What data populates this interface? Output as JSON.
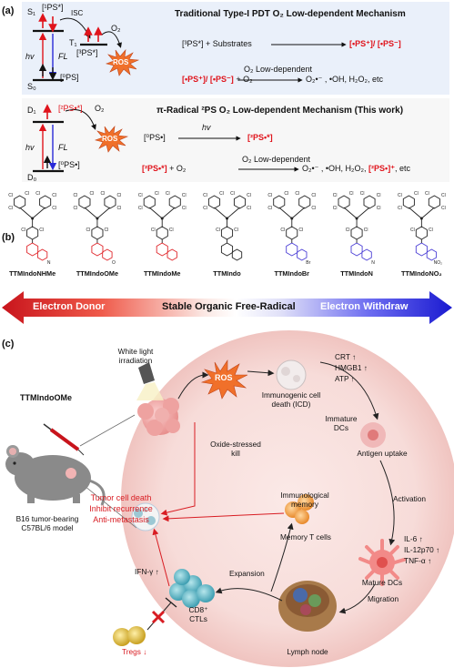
{
  "panel_a": {
    "letter": "(a)",
    "box1": {
      "title": "Traditional Type-I PDT O₂ Low-dependent Mechanism",
      "s1": "S₁",
      "s0": "S₀",
      "t1": "T₁",
      "ps_s1": "[¹PS*]",
      "ps_t1": "[³PS*]",
      "ps_s0": "[⁰PS]",
      "hv": "hv",
      "fl": "FL",
      "isc": "ISC",
      "o2": "O₂",
      "ros": "ROS",
      "eq1_left": "[³PS*] + Substrates",
      "eq1_right": "[•PS⁺]/ [•PS⁻]",
      "eq2_left_red": "[•PS⁺]/ [•PS⁻]",
      "eq2_left_plain": " + O₂",
      "eq2_arrow_label": "O₂ Low-dependent",
      "eq2_right": "O₂•⁻ , •OH, H₂O₂, etc"
    },
    "box2": {
      "title": "π-Radical ²PS O₂ Low-dependent Mechanism (This work)",
      "d1": "D₁",
      "d0": "D₀",
      "ps_d1": "[²PS•*]",
      "ps_d0": "[⁰PS•]",
      "hv": "hv",
      "fl": "FL",
      "o2": "O₂",
      "ros": "ROS",
      "eq1_left": "[⁰PS•]",
      "eq1_arrow_label": "hv",
      "eq1_right": "[²PS•*]",
      "eq2_left_red": "[²PS•*]",
      "eq2_left_plain": " + O₂",
      "eq2_arrow_label": "O₂ Low-dependent",
      "eq2_right_plain": "O₂•⁻ , •OH, H₂O₂, ",
      "eq2_right_red": "[²PS•]⁺",
      "eq2_right_tail": ", etc"
    }
  },
  "panel_b": {
    "letter": "(b)",
    "molecules": [
      {
        "name": "TTMIndoNHMe",
        "substituent": "N",
        "ring_color": "#e0262b"
      },
      {
        "name": "TTMIndoOMe",
        "substituent": "O",
        "ring_color": "#e0262b"
      },
      {
        "name": "TTMIndoMe",
        "substituent": "",
        "ring_color": "#e0262b"
      },
      {
        "name": "TTMIndo",
        "substituent": "",
        "ring_color": "#222222"
      },
      {
        "name": "TTMIndoBr",
        "substituent": "Br",
        "ring_color": "#4b3fd6"
      },
      {
        "name": "TTMIndoN",
        "substituent": "N",
        "ring_color": "#4b3fd6"
      },
      {
        "name": "TTMIndoNO₂",
        "substituent": "NO₂",
        "ring_color": "#4b3fd6"
      }
    ],
    "bar": {
      "left": "Electron Donor",
      "center": "Stable Organic Free-Radical",
      "right": "Electron Withdraw",
      "left_color": "#d01c1f",
      "right_color": "#2a2ad8"
    }
  },
  "panel_c": {
    "letter": "(c)",
    "compound": "TTMIndoOMe",
    "model": "B16 tumor-bearing\nC57BL/6 model",
    "light": "White light\nirradiation",
    "ros": "ROS",
    "icd": "Immunogenic cell\ndeath (ICD)",
    "markers1": [
      "CRT ↑",
      "HMGB1 ↑",
      "ATP ↑"
    ],
    "immature": "Immature\nDCs",
    "uptake": "Antigen uptake",
    "activation": "Activation",
    "markers2": [
      "IL-6 ↑",
      "IL-12p70 ↑",
      "TNF-α ↑"
    ],
    "mature": "Mature DCs",
    "migration": "Migration",
    "lymph": "Lymph node",
    "expansion": "Expansion",
    "ctl": "CD8⁺\nCTLs",
    "tregs": "Tregs ↓",
    "ifn": "IFN-γ ↑",
    "memory_label": "Immunological\nmemory",
    "memory_cells": "Memory T cells",
    "oxide": "Oxide-stressed\nkill",
    "outcome": [
      "Tumor cell death",
      "Inhibit recurrence",
      "Anti-metastasis"
    ],
    "outcome_color": "#d81c22"
  }
}
